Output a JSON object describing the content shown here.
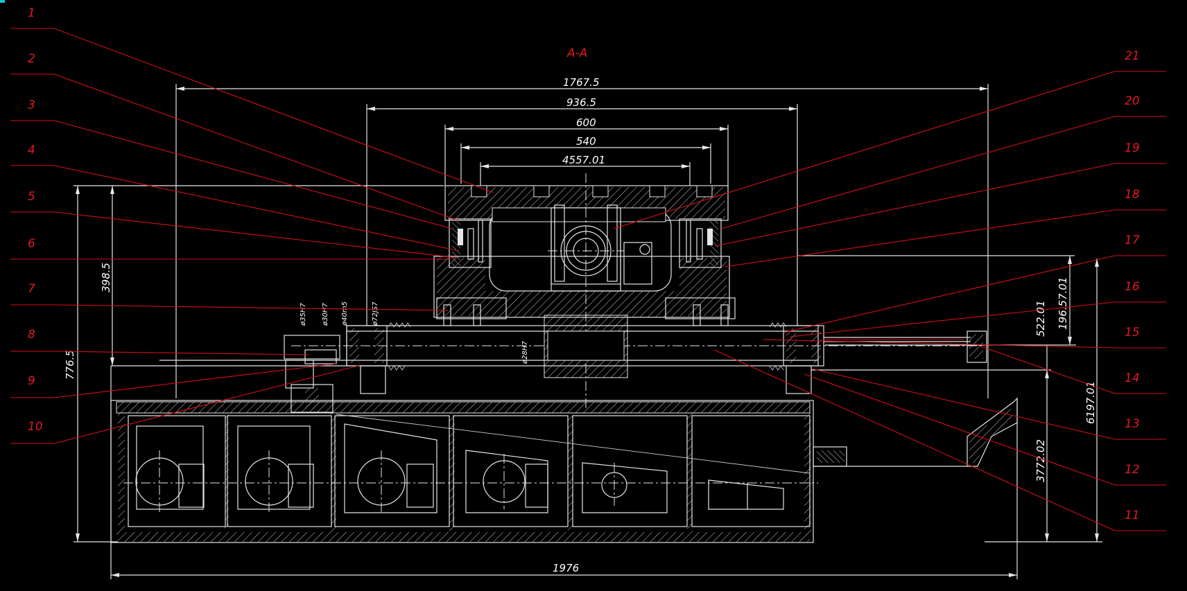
{
  "section_title": "A-A",
  "dimensions": {
    "overall_width": "1767.5",
    "carriage_width": "936.5",
    "table_600": "600",
    "table_540": "540",
    "table_455": "4557.01",
    "base_width": "1976",
    "total_height": "776.5",
    "upper_height": "398.5",
    "right_196": "196.57.01",
    "right_52": "522.01",
    "right_619": "6197.01",
    "right_377": "3772.02"
  },
  "tolerances": [
    "ø35H7",
    "ø30H7",
    "ø40m5",
    "ø72JS7",
    "ø28H7"
  ],
  "part_numbers": [
    "1",
    "2",
    "3",
    "4",
    "5",
    "6",
    "7",
    "8",
    "9",
    "10",
    "11",
    "12",
    "13",
    "14",
    "15",
    "16",
    "17",
    "18",
    "19",
    "20",
    "21"
  ],
  "colors": {
    "background": "#000000",
    "lines": "#e6e6e6",
    "callouts": "#e01a22"
  }
}
